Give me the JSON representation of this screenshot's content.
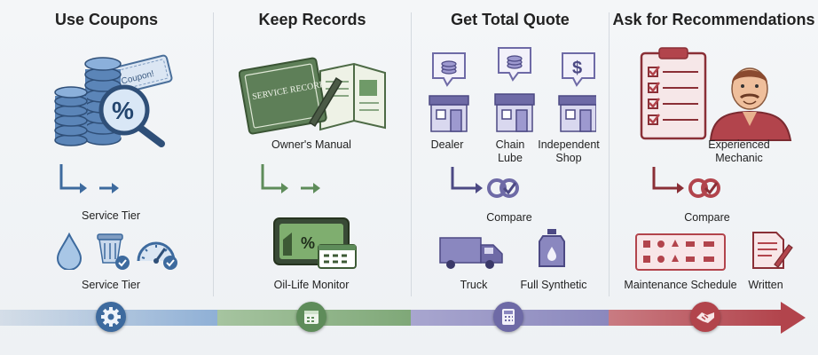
{
  "sections": [
    {
      "title": "Use Coupons",
      "label_top": "Service Tier",
      "label_bottom": "Service Tier",
      "coupon_text": "Coupon!"
    },
    {
      "title": "Keep Records",
      "book_text": "SERVICE RECORD",
      "label_top": "Owner's Manual",
      "label_bottom": "Oil-Life Monitor"
    },
    {
      "title": "Get Total Quote",
      "shops": [
        "Dealer",
        "Chain Lube",
        "Independent Shop"
      ],
      "compare": "Compare",
      "items": [
        "Truck",
        "Full Synthetic"
      ]
    },
    {
      "title": "Ask for Recommendations",
      "mechanic": "Experienced Mechanic",
      "compare": "Compare",
      "items": [
        "Maintenance Schedule",
        "Written"
      ]
    }
  ],
  "colors": {
    "blue": "#3d6a9e",
    "green": "#5e8c5a",
    "purple": "#6e6aa6",
    "red": "#b2444c"
  },
  "timeline_icons": [
    "gear-icon",
    "calendar-icon",
    "calculator-icon",
    "handshake-icon"
  ]
}
